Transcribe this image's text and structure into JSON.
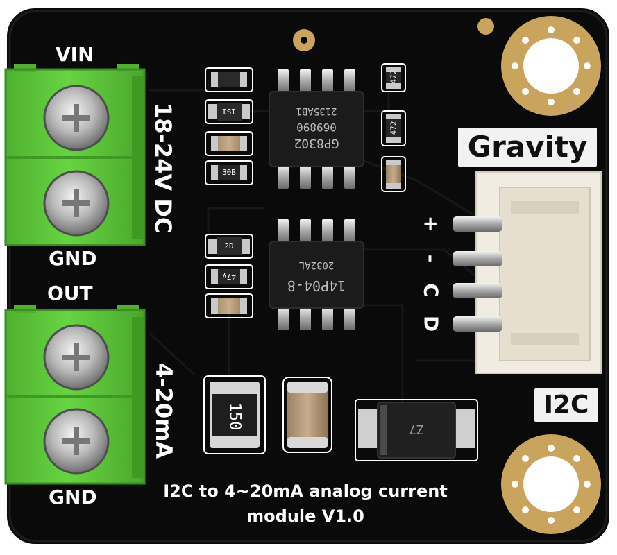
{
  "board": {
    "brand_label": "Gravity",
    "interface_label": "I2C",
    "description_line1": "I2C to 4~20mA analog current",
    "description_line2": "module V1.0"
  },
  "terminals": {
    "vin_label": "VIN",
    "gnd_top_label": "GND",
    "out_label": "OUT",
    "gnd_bottom_label": "GND",
    "voltage_label": "18-24V DC",
    "current_label": "4-20mA"
  },
  "connector_pins": {
    "plus": "+",
    "minus": "-",
    "c": "C",
    "d": "D"
  },
  "chips": {
    "top_line1": "GP8302",
    "top_line2": "069890",
    "top_line3": "2135AB1",
    "bottom_line1": "14P04-8",
    "bottom_line2": "2032AL"
  },
  "components": {
    "res_472_a": "472",
    "res_472_b": "472",
    "diode_top": "1S1",
    "cap_30b": "30B",
    "diode_mid": "2D",
    "res_47y": "47y",
    "big_res": "150",
    "big_diode": "Z7"
  },
  "colors": {
    "pcb": "#0a0a0a",
    "terminal_green": "#5ec83c",
    "gold_pad": "#c9a45c",
    "connector_white": "#f1ece1",
    "silkscreen": "#ffffff"
  }
}
